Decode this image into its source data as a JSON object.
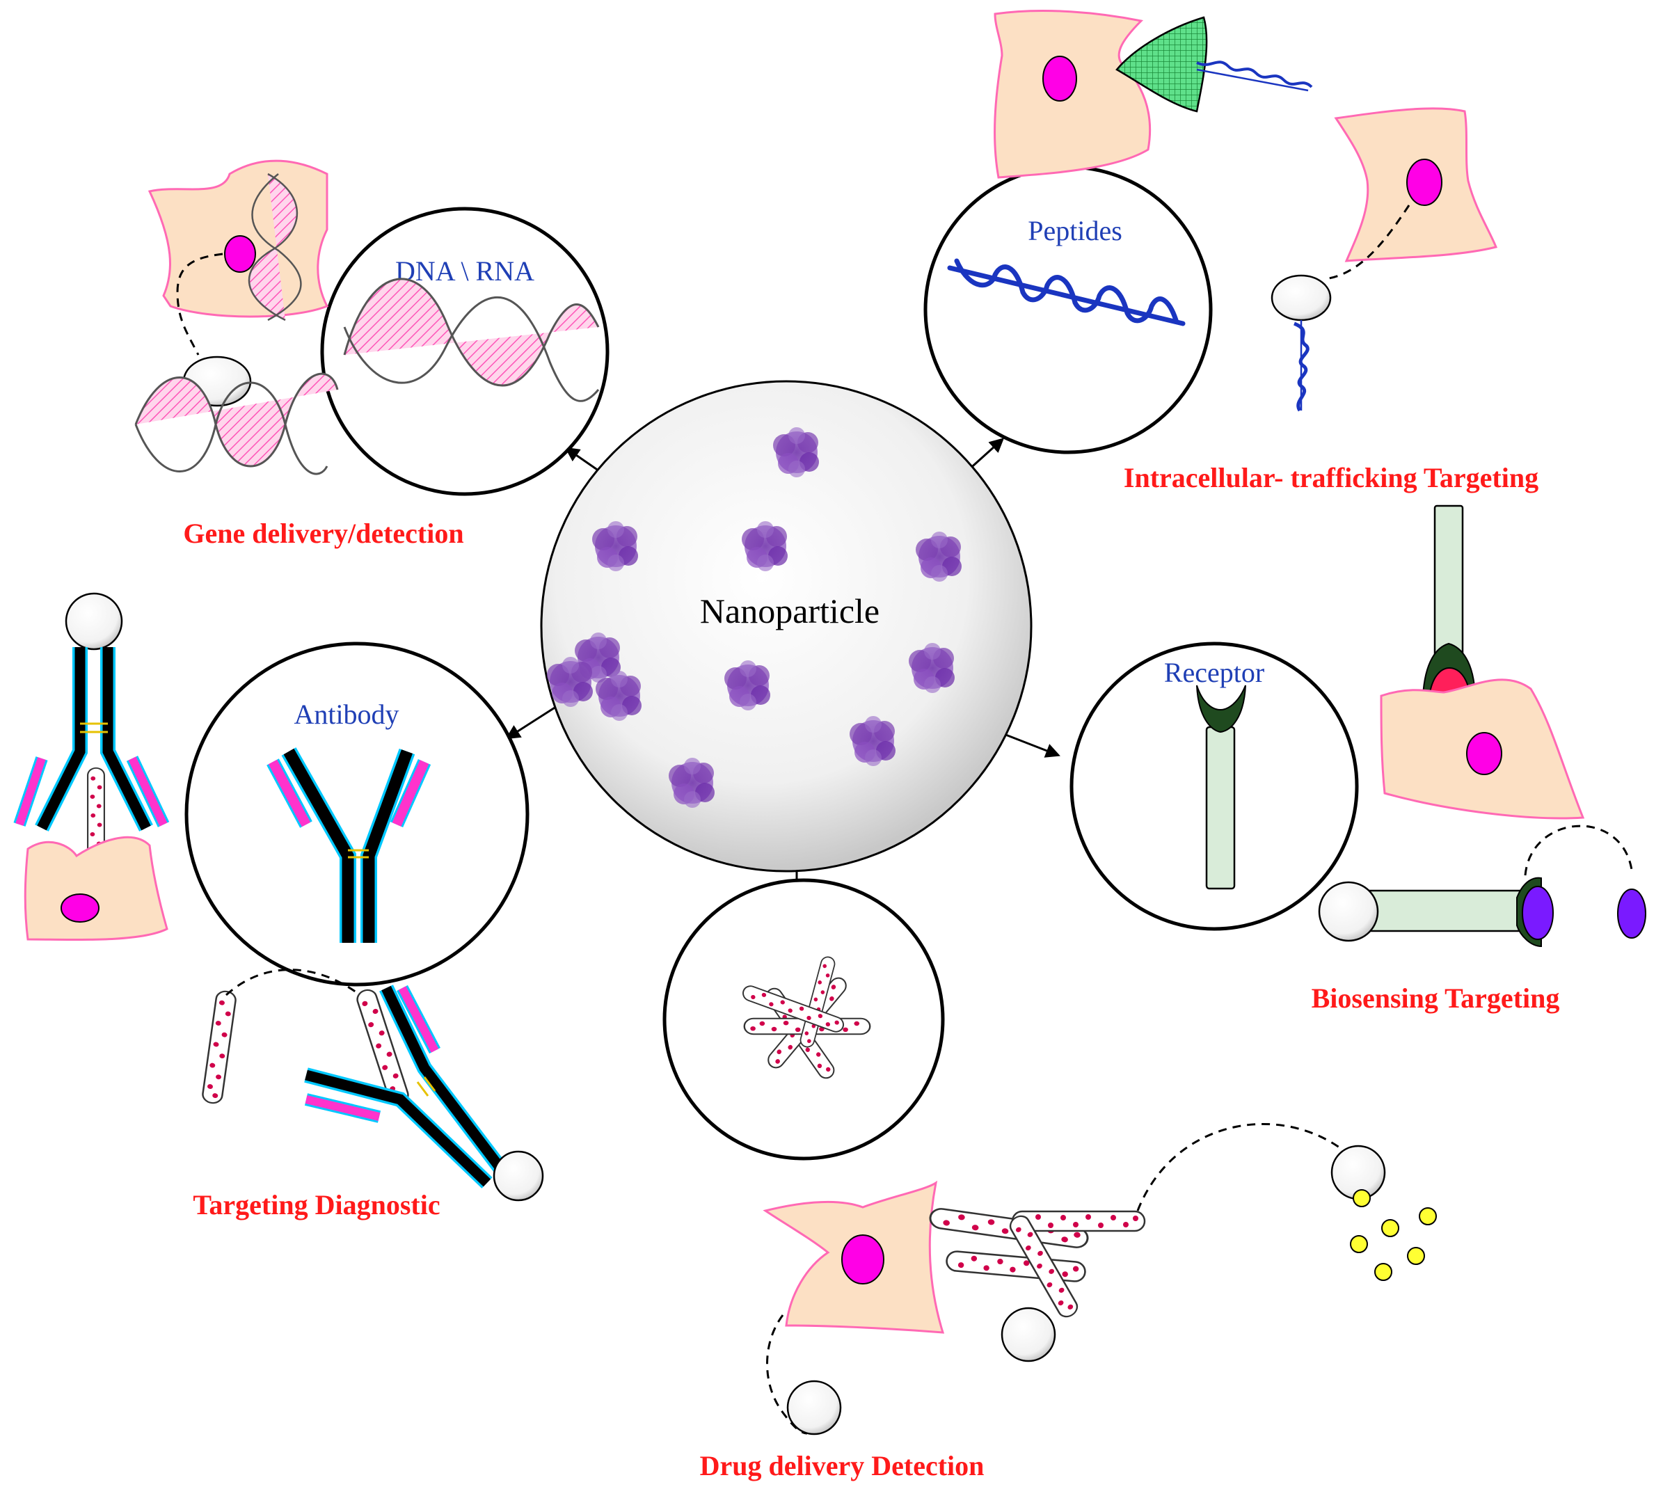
{
  "center": {
    "label": "Nanoparticle"
  },
  "circles": {
    "dna": "DNA \\ RNA",
    "peptides": "Peptides",
    "antibody": "Antibody",
    "receptor": "Receptor"
  },
  "applications": {
    "gene": "Gene delivery/detection",
    "intracellular": "Intracellular- trafficking  Targeting",
    "diagnostic": "Targeting Diagnostic",
    "biosensing": "Biosensing Targeting",
    "drug": "Drug delivery Detection"
  },
  "colors": {
    "app_label": "#ff1a1a",
    "circle_label": "#1f3fb5",
    "cell_fill": "#fce0c4",
    "cell_stroke": "#ff69b4",
    "nucleus": "#ff00e6",
    "particle": "#7a3fb0",
    "antibody_outline": "#00c8ff",
    "antibody_tag": "#ff33cc",
    "receptor_fill": "#d9ecd9",
    "receptor_head": "#1f4a1f",
    "peptide": "#1a35c0",
    "dots": "#ffff33",
    "purple_blob": "#7a1aff",
    "nanotube_dot": "#d0004a"
  }
}
